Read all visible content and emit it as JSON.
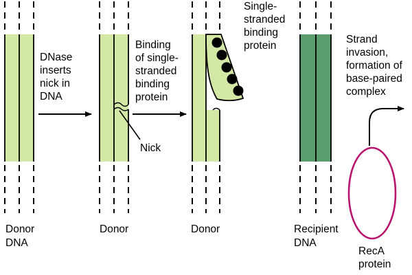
{
  "stages": {
    "donor_1": {
      "label_lines": [
        "Donor",
        "DNA"
      ]
    },
    "donor_2": {
      "label": "Donor"
    },
    "donor_3": {
      "label": "Donor"
    },
    "recipient": {
      "label_lines": [
        "Recipient",
        "DNA"
      ]
    }
  },
  "steps": {
    "dnase": {
      "lines": [
        "DNase",
        "inserts",
        "nick in",
        "DNA"
      ]
    },
    "binding": {
      "lines": [
        "Binding",
        "of single-",
        "stranded",
        "binding",
        "protein"
      ]
    },
    "ssb_protein": {
      "lines": [
        "Single-",
        "stranded",
        "binding",
        "protein"
      ]
    },
    "invasion": {
      "lines": [
        "Strand",
        "invasion,",
        "formation of",
        "base-paired",
        "complex"
      ]
    }
  },
  "nick_label": "Nick",
  "reca_label_lines": [
    "RecA",
    "protein"
  ],
  "colors": {
    "donor_fill": "#d4e8a6",
    "recipient_fill": "#5a9e70",
    "reca_outline": "#b8146e",
    "line": "#000000"
  }
}
